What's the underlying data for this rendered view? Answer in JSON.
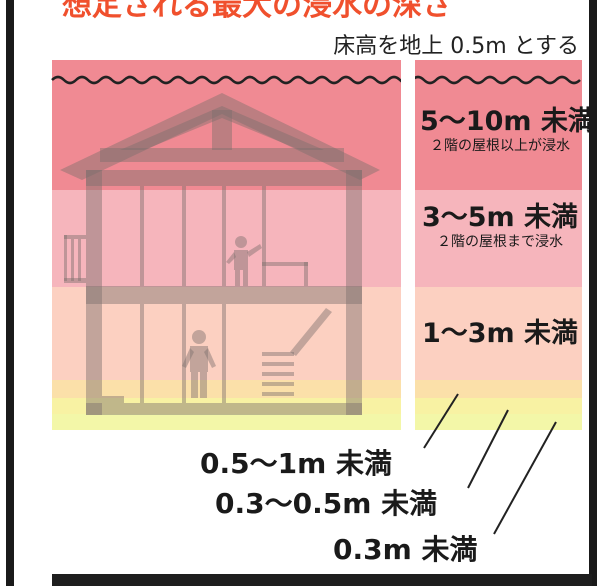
{
  "title": "想定される最大の浸水の深さ",
  "note": "床高を地上 0.5m とする",
  "chart_data": {
    "type": "table",
    "bands": [
      {
        "label": "5〜10m 未満",
        "sublabel": "２階の屋根以上が浸水",
        "color": "#f08a93"
      },
      {
        "label": "3〜5m 未満",
        "sublabel": "２階の屋根まで浸水",
        "color": "#f6b5bc"
      },
      {
        "label": "1〜3m 未満",
        "sublabel": "",
        "color": "#fcd0c1"
      },
      {
        "label": "0.5〜1m 未満",
        "sublabel": "",
        "color": "#fbe0a9"
      },
      {
        "label": "0.3〜0.5m 未満",
        "sublabel": "",
        "color": "#f8f2a3"
      },
      {
        "label": "0.3m 未満",
        "sublabel": "",
        "color": "#f3f7a8"
      }
    ]
  }
}
